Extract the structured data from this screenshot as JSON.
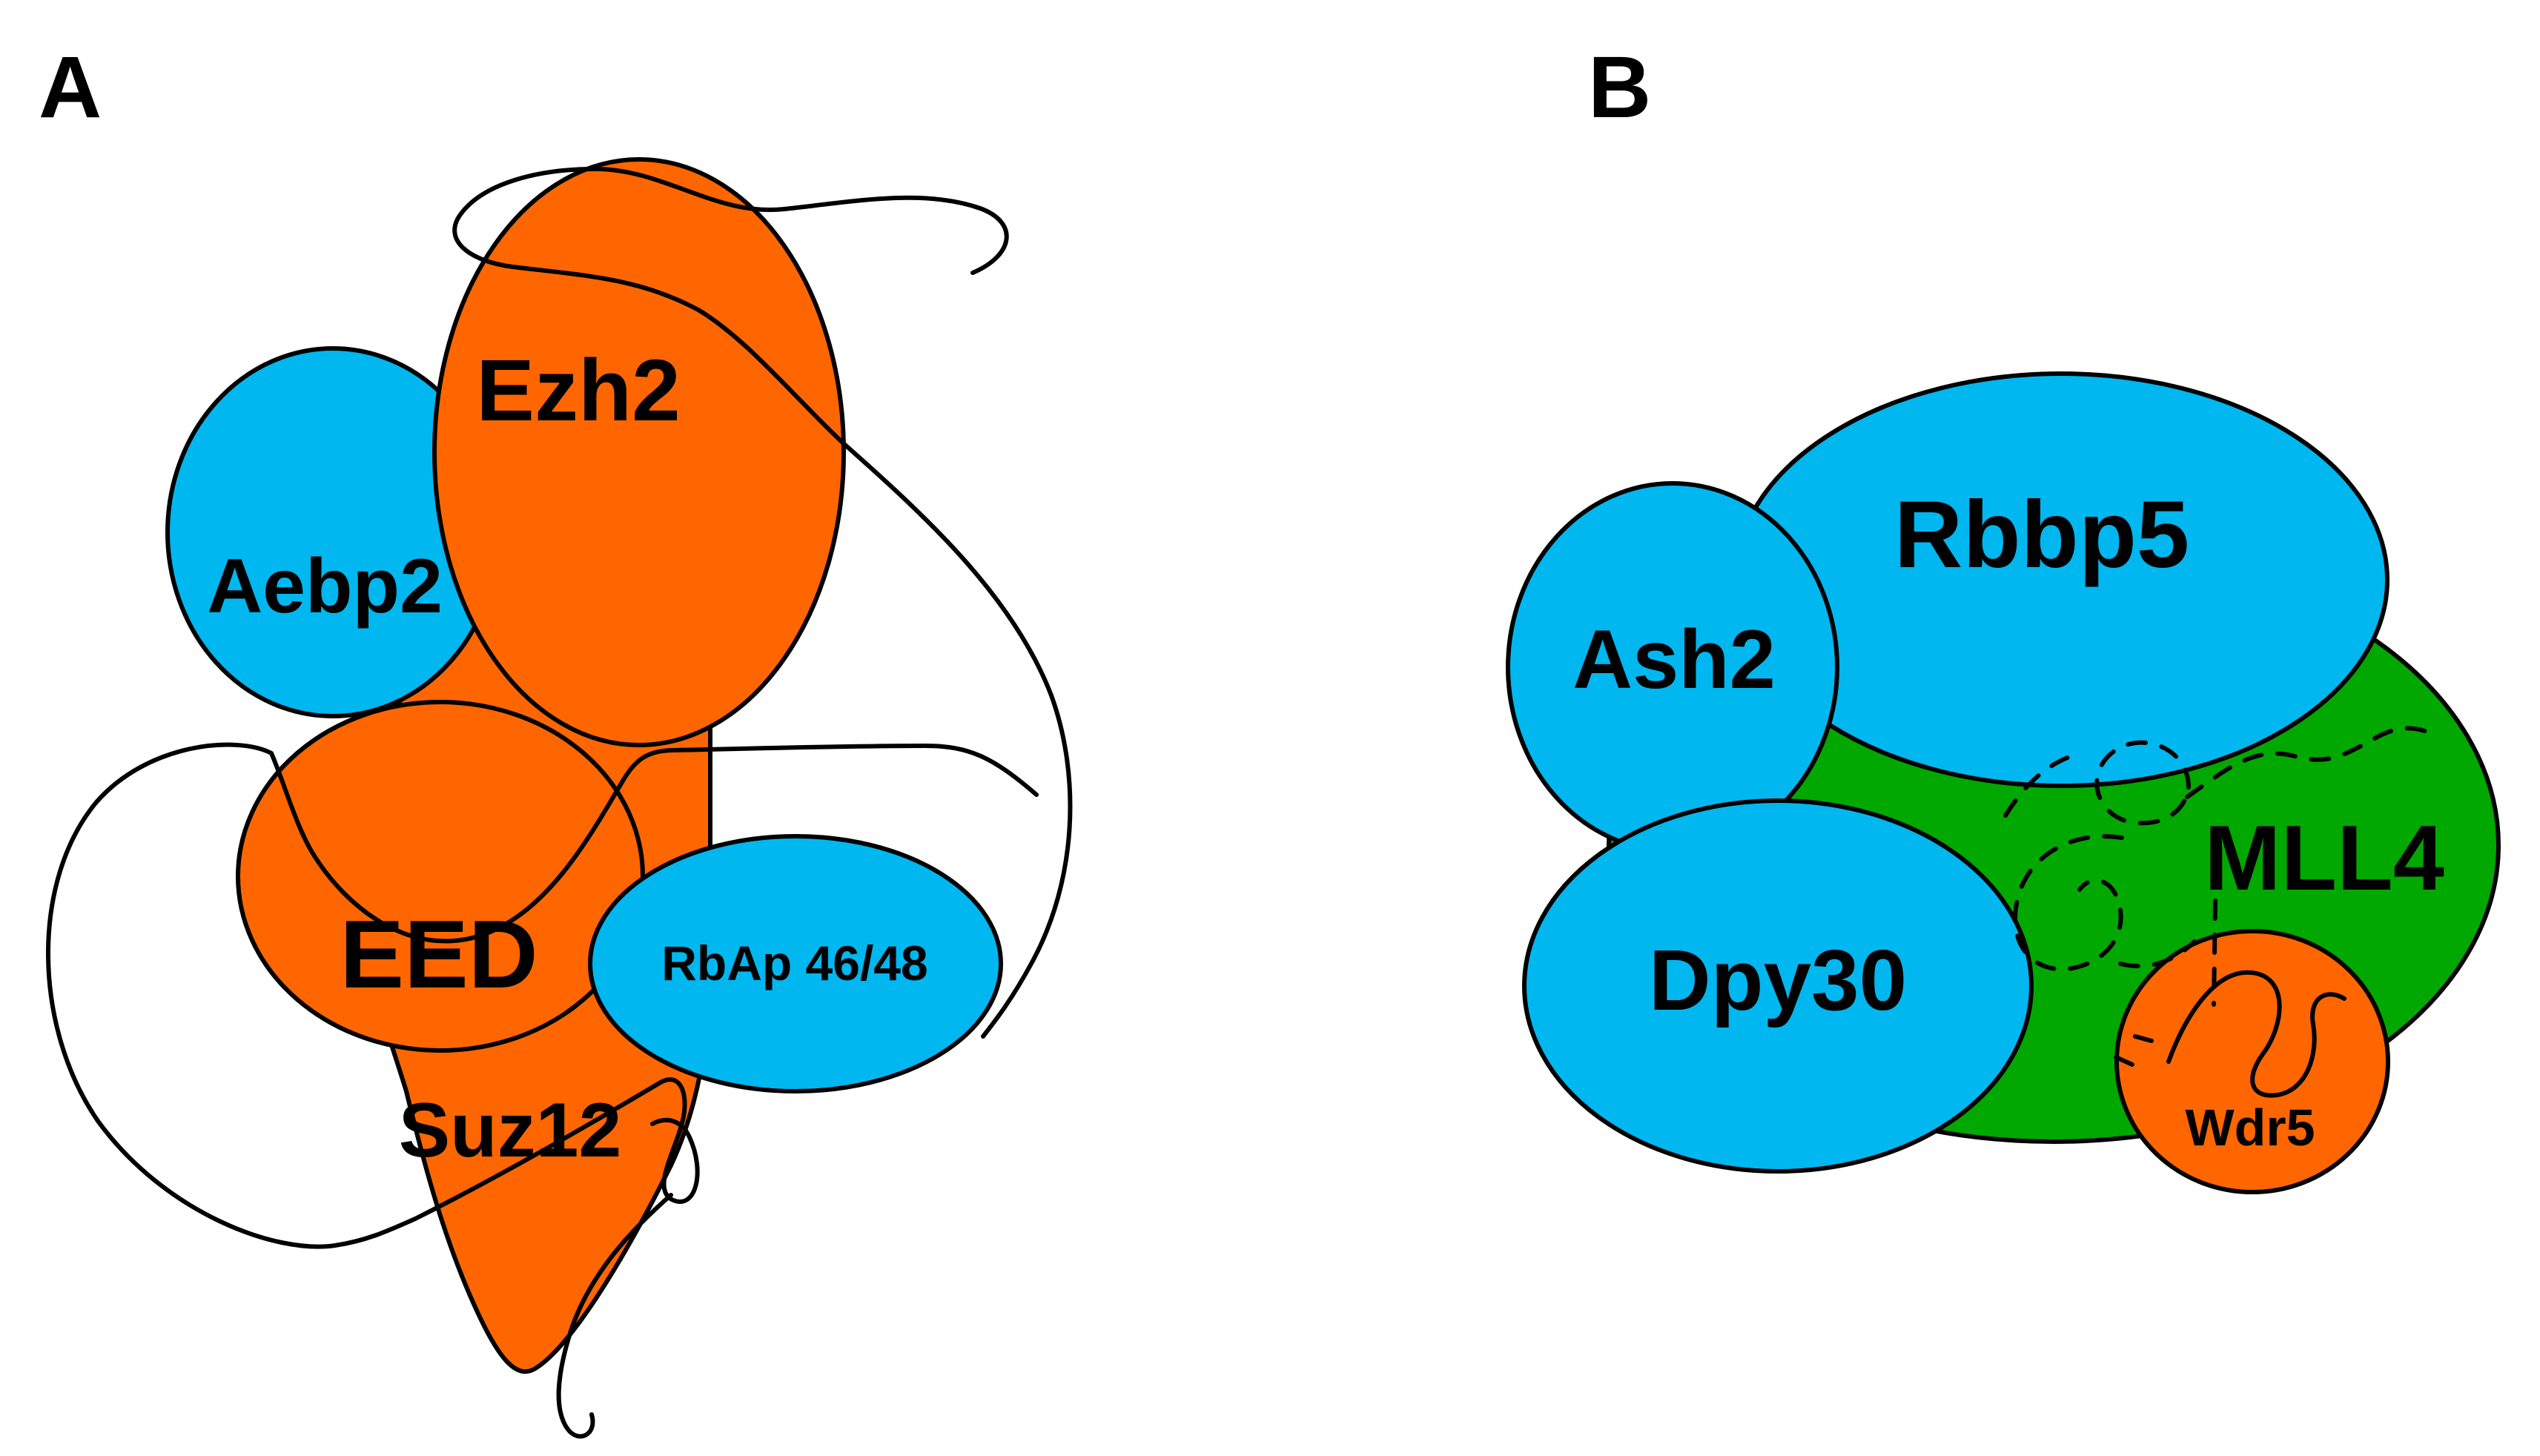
{
  "colors": {
    "orange": "#FF6600",
    "blue": "#00B7F0",
    "green": "#00A800",
    "outline": "#000000",
    "background": "#FFFFFF"
  },
  "panel_a": {
    "label": "A",
    "complex_subunits": {
      "ezh2": "Ezh2",
      "aebp2": "Aebp2",
      "eed": "EED",
      "rbap": "RbAp 46/48",
      "suz12": "Suz12"
    }
  },
  "panel_b": {
    "label": "B",
    "complex_subunits": {
      "rbbp5": "Rbbp5",
      "ash2": "Ash2",
      "dpy30": "Dpy30",
      "mll4": "MLL4",
      "wdr5": "Wdr5"
    }
  }
}
